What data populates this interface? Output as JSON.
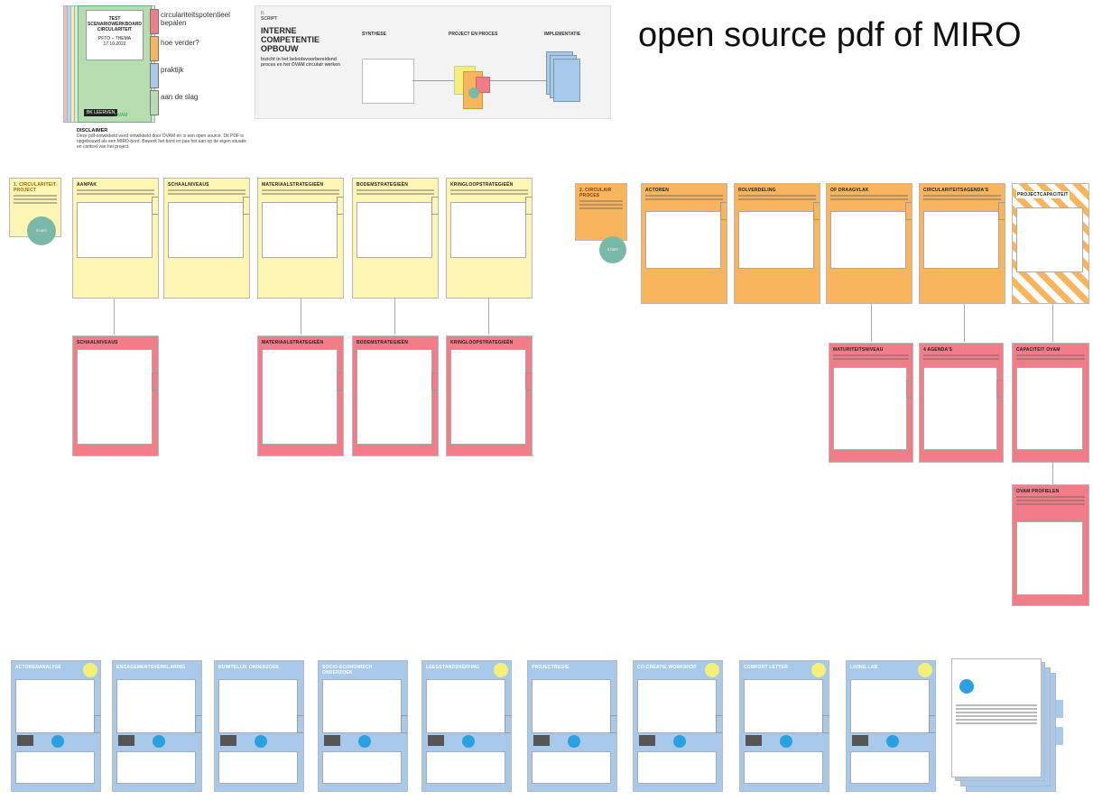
{
  "headline": "open source pdf of MIRO",
  "cover": {
    "title_lines": [
      "TEST",
      "SCENARIOWERKBOARD",
      "CIRCULARITEIT"
    ],
    "subtitle_lines": [
      "PFTO – THEMA",
      "17.10.2022"
    ],
    "tab_labels": [
      "circulariteitspotentieel bepalen",
      "hoe verder?",
      "praktijk",
      "aan de slag"
    ],
    "logo_left": "BK LEERVEN",
    "logo_right": "OVAM"
  },
  "disclaimer": {
    "label": "DISCLAIMER",
    "text": "Deze pdf-ontwikkeld werd ontwikkeld door OVAM en is een open source. Dit PDF is opgebouwd als een MIRO-bord. Bewerk het bord en pas het aan op de eigen situatie en context van het project."
  },
  "script": {
    "step": "0.",
    "step_label": "SCRIPT",
    "title_lines": [
      "INTERNE",
      "COMPETENTIE",
      "OPBOUW"
    ],
    "intro": "Inzicht in het beleidsvoorbereidend proces en het OVAM circulair werken",
    "col1_title": "SYNTHESE",
    "col2_title": "PROJECT EN PROCES",
    "col3_title": "IMPLEMENTATIE"
  },
  "section_circ": {
    "label": "1. CIRCULARITEIT PROJECT",
    "circle": "START"
  },
  "yellow_cards": [
    {
      "title": "AANPAK"
    },
    {
      "title": "SCHAALNIVEAUS"
    },
    {
      "title": "MATERIAALSTRATEGIEËN"
    },
    {
      "title": "BODEMSTRATEGIEËN"
    },
    {
      "title": "KRINGLOOPSTRATEGIEËN"
    }
  ],
  "pink_cards_left": [
    {
      "title": "SCHAALNIVEAUS"
    },
    {
      "title": "MATERIAALSTRATEGIEËN"
    },
    {
      "title": "BODEMSTRATEGIEËN"
    },
    {
      "title": "KRINGLOOPSTRATEGIEËN"
    }
  ],
  "section_proc": {
    "label": "2. CIRCULAIR PROCES",
    "circle": "START"
  },
  "orange_cards": [
    {
      "title": "ACTOREN"
    },
    {
      "title": "ROLVERDELING"
    },
    {
      "title": "OF DRAAGVLAK"
    },
    {
      "title": "CIRCULARITEITSAGENDA'S"
    },
    {
      "title": "PROJECTCAPACITEIT"
    }
  ],
  "pink_cards_right": [
    {
      "title": "MATURITEITSNIVEAU"
    },
    {
      "title": "4 AGENDA'S"
    },
    {
      "title": "CAPACITEIT OVAM"
    },
    {
      "title": "OVAM PROFIELEN"
    }
  ],
  "blue_cards": [
    {
      "title": "ACTORENANALYSE"
    },
    {
      "title": "ENGAGEMENTSVERKLARING"
    },
    {
      "title": "RUIMTELIJK ONDERZOEK"
    },
    {
      "title": "SOCIO-ECONOMISCH ONDERZOEK"
    },
    {
      "title": "LEEGSTANDSHEFFING"
    },
    {
      "title": "PROJECTREGIE"
    },
    {
      "title": "CO-CREATIE WORKSHOP"
    },
    {
      "title": "COMFORT LETTER"
    },
    {
      "title": "LIVING LAB"
    }
  ],
  "colors": {
    "yellow": "#fdf5b3",
    "orange": "#f8b55e",
    "pink": "#f07d88",
    "blue": "#a8c9ea",
    "green": "#b6dcb0",
    "teal": "#7ab8a8"
  }
}
